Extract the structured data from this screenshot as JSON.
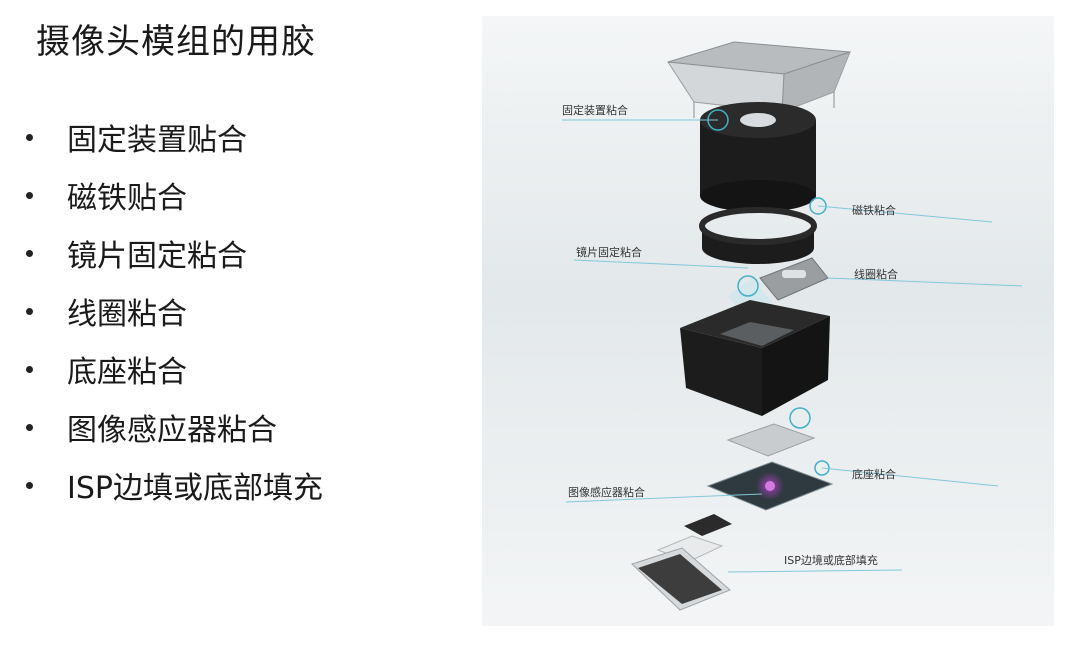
{
  "slide": {
    "title": "摄像头模组的用胶",
    "bullets": [
      "固定装置贴合",
      "磁铁贴合",
      "镜片固定粘合",
      "线圈粘合",
      "底座粘合",
      "图像感应器粘合",
      "ISP边填或底部填充"
    ]
  },
  "figure": {
    "labels": {
      "fixture": "固定装置粘合",
      "magnet": "磁铁粘合",
      "lens": "镜片固定粘合",
      "coil": "线圈粘合",
      "base": "底座粘合",
      "sensor": "图像感应器粘合",
      "isp": "ISP边境或底部填充"
    }
  },
  "colors": {
    "accent": "#3fb0c8",
    "part_dark": "#1c1c1c",
    "sensor_glow": "#b040c8"
  }
}
